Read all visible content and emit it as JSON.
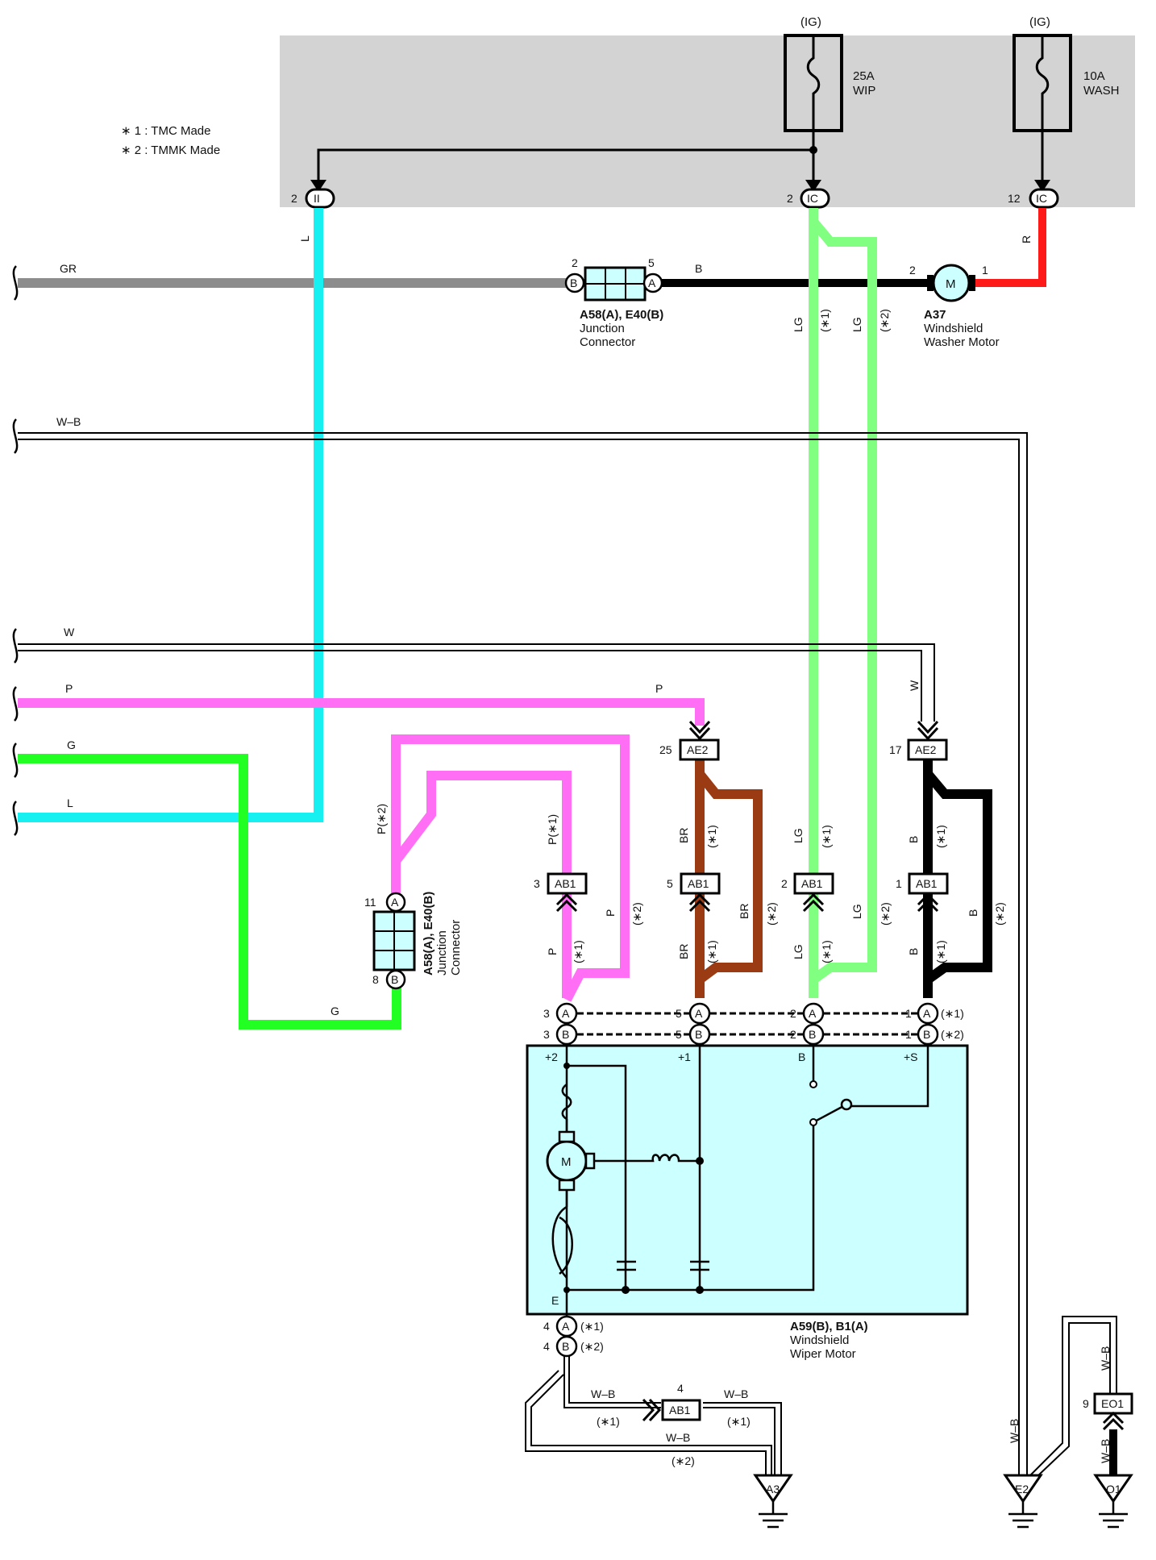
{
  "notes": {
    "n1": "∗ 1 : TMC Made",
    "n2": "∗ 2 : TMMK Made"
  },
  "relay_box": {
    "ig1": "(IG)",
    "ig2": "(IG)",
    "fuse1_amp": "25A",
    "fuse1_name": "WIP",
    "fuse2_amp": "10A",
    "fuse2_name": "WASH",
    "pin_ii": "2",
    "conn_ii": "II",
    "pin_ic1": "2",
    "conn_ic1": "IC",
    "pin_ic2": "12",
    "conn_ic2": "IC"
  },
  "wires": {
    "gr": "GR",
    "b": "B",
    "wb": "W–B",
    "w": "W",
    "p": "P",
    "g": "G",
    "l": "L",
    "l_vert": "L",
    "r_vert": "R",
    "lg": "LG",
    "br": "BR",
    "pstar2": "P(∗2)",
    "pstar1": "P(∗1)",
    "star1": "(∗1)",
    "star2": "(∗2)"
  },
  "junction_top": {
    "pin_b": "2",
    "pin_a": "5",
    "letter_b": "B",
    "letter_a": "A",
    "id": "A58(A), E40(B)",
    "name1": "Junction",
    "name2": "Connector"
  },
  "washer_motor": {
    "pin2": "2",
    "pin1": "1",
    "symbol": "M",
    "id": "A37",
    "name1": "Windshield",
    "name2": "Washer Motor"
  },
  "junction_left": {
    "pin_a": "11",
    "pin_b": "8",
    "letter_a": "A",
    "letter_b": "B",
    "id": "A58(A), E40(B)",
    "name1": "Junction",
    "name2": "Connector"
  },
  "ae2": {
    "label": "AE2",
    "pin_p": "25",
    "pin_w": "17"
  },
  "ab1": {
    "label": "AB1",
    "pin1": "3",
    "pin2": "5",
    "pin3": "2",
    "pin4": "1",
    "pin_wb": "4"
  },
  "wiper_motor": {
    "pins_top": [
      "3",
      "5",
      "2",
      "1"
    ],
    "letter_a": "A",
    "letter_b": "B",
    "star1": "(∗1)",
    "star2": "(∗2)",
    "term_p2": "+2",
    "term_p1": "+1",
    "term_b": "B",
    "term_s": "+S",
    "term_e": "E",
    "symbol": "M",
    "pin_e": "4",
    "id": "A59(B), B1(A)",
    "name1": "Windshield",
    "name2": "Wiper Motor"
  },
  "grounds": {
    "a3": "A3",
    "e2": "E2",
    "o1": "O1"
  },
  "eo1": {
    "label": "EO1",
    "pin": "9"
  },
  "colors": {
    "gray": "#8c8c8c",
    "black": "#000000",
    "red": "#ff1a1a",
    "cyan": "#16f0f0",
    "lightgreen": "#80ff80",
    "green": "#22ff22",
    "pink": "#ff6ef5",
    "brown": "#9a3b14",
    "panel": "#d3d3d3",
    "motorbox": "#ccffff"
  }
}
